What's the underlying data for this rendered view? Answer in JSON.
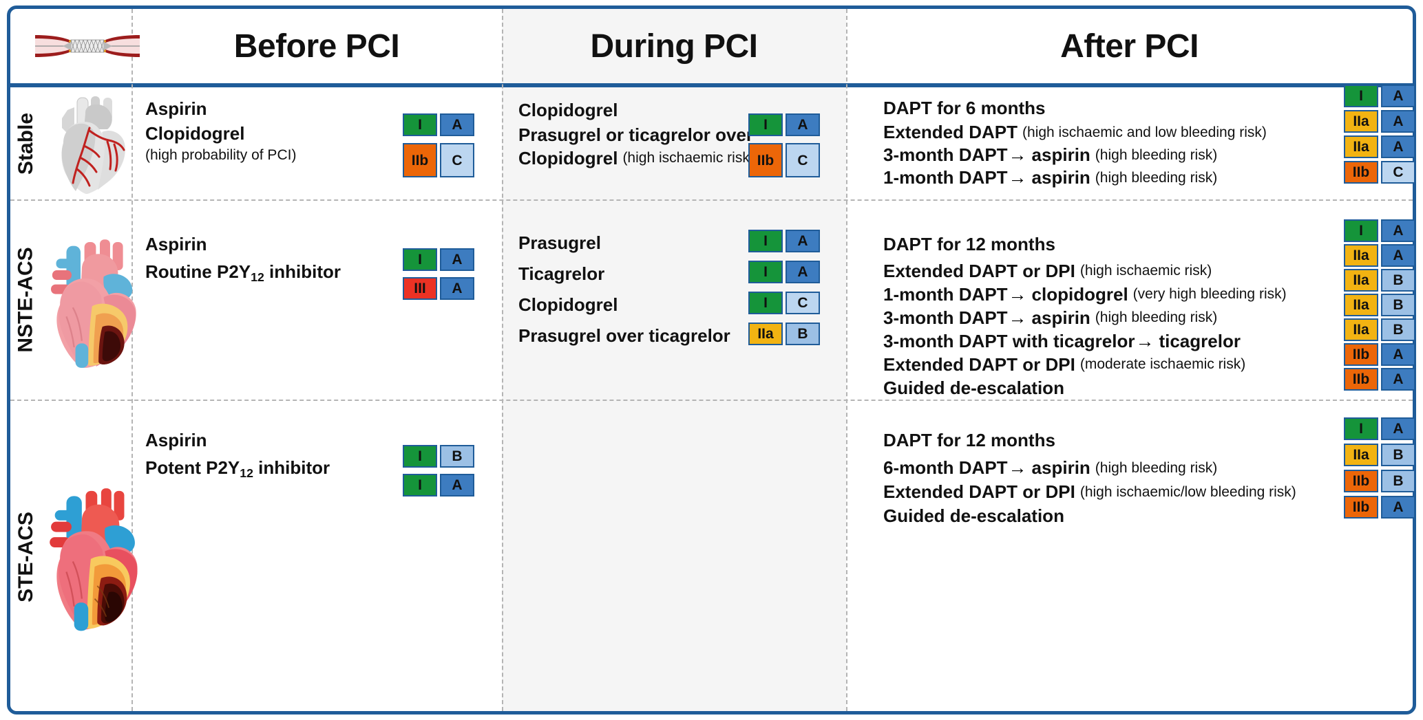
{
  "header": {
    "icon": "coronary-stent-icon",
    "columns": [
      {
        "label": "Before PCI"
      },
      {
        "label": "During PCI"
      },
      {
        "label": "After PCI"
      }
    ]
  },
  "legend_colors": {
    "class_I": "#15943a",
    "class_IIa": "#f2b312",
    "class_IIb": "#ec6608",
    "class_III": "#ec3224",
    "level_A": "#3d7cc0",
    "level_B": "#9cc0e5",
    "level_C": "#bcd6f0",
    "frame_blue": "#1f5c99",
    "shade_gray": "#f5f5f5"
  },
  "rows": [
    {
      "id": "stable",
      "label": "Stable",
      "heart_icon": "heart-gray-stable-icon",
      "before": {
        "items": [
          {
            "main": "Aspirin",
            "class": "I",
            "level": "A"
          },
          {
            "main": "Clopidogrel",
            "note": "(high probability of PCI)",
            "note_line": 2,
            "class": "IIb",
            "level": "C"
          }
        ]
      },
      "during": {
        "items": [
          {
            "main": "Clopidogrel",
            "class": "I",
            "level": "A"
          },
          {
            "main": "Prasugrel or ticagrelor over",
            "main2": "Clopidogrel",
            "note": "(high ischaemic risk)",
            "class": "IIb",
            "level": "C"
          }
        ]
      },
      "after": {
        "items": [
          {
            "main": "DAPT for 6 months",
            "class": "I",
            "level": "A"
          },
          {
            "main": "Extended DAPT",
            "note": "(high ischaemic and low bleeding risk)",
            "class": "IIa",
            "level": "A"
          },
          {
            "main": "3-month DAPT",
            "arrow": true,
            "main2": "aspirin",
            "note": "(high bleeding risk)",
            "class": "IIa",
            "level": "A"
          },
          {
            "main": "1-month DAPT",
            "arrow": true,
            "main2": "aspirin",
            "note": "(high bleeding risk)",
            "class": "IIb",
            "level": "C"
          }
        ]
      }
    },
    {
      "id": "nste-acs",
      "label": "NSTE-ACS",
      "heart_icon": "heart-nste-acs-icon",
      "before": {
        "items": [
          {
            "main": "Aspirin",
            "class": "I",
            "level": "A"
          },
          {
            "main": "Routine P2Y",
            "sub": "12",
            "main2": " inhibitor",
            "class": "III",
            "level": "A"
          }
        ]
      },
      "during": {
        "items": [
          {
            "main": "Prasugrel",
            "class": "I",
            "level": "A"
          },
          {
            "main": "Ticagrelor",
            "class": "I",
            "level": "A"
          },
          {
            "main": "Clopidogrel",
            "class": "I",
            "level": "C"
          },
          {
            "main": "Prasugrel over ticagrelor",
            "class": "IIa",
            "level": "B"
          }
        ]
      },
      "after": {
        "items": [
          {
            "main": "DAPT for 12 months",
            "class": "I",
            "level": "A"
          },
          {
            "main": "Extended DAPT or DPI",
            "note": "(high ischaemic risk)",
            "class": "IIa",
            "level": "A"
          },
          {
            "main": "1-month DAPT",
            "arrow": true,
            "main2": "clopidogrel",
            "note": "(very high bleeding risk)",
            "class": "IIa",
            "level": "B"
          },
          {
            "main": "3-month DAPT",
            "arrow": true,
            "main2": "aspirin",
            "note": "(high bleeding risk)",
            "class": "IIa",
            "level": "B"
          },
          {
            "main": "3-month DAPT with ticagrelor",
            "arrow": true,
            "main2": "ticagrelor",
            "class": "IIa",
            "level": "B"
          },
          {
            "main": "Extended DAPT or DPI",
            "note": "(moderate ischaemic risk)",
            "class": "IIb",
            "level": "A"
          },
          {
            "main": "Guided de-escalation",
            "class": "IIb",
            "level": "A"
          }
        ]
      }
    },
    {
      "id": "ste-acs",
      "label": "STE-ACS",
      "heart_icon": "heart-ste-acs-icon",
      "before": {
        "items": [
          {
            "main": "Aspirin",
            "class": "I",
            "level": "B"
          },
          {
            "main": "Potent P2Y",
            "sub": "12",
            "main2": " inhibitor",
            "class": "I",
            "level": "A"
          }
        ]
      },
      "during": {
        "items": []
      },
      "after": {
        "items": [
          {
            "main": "DAPT for 12 months",
            "class": "I",
            "level": "A"
          },
          {
            "main": "6-month DAPT",
            "arrow": true,
            "main2": "aspirin",
            "note": "(high bleeding risk)",
            "class": "IIa",
            "level": "B"
          },
          {
            "main": "Extended DAPT or DPI",
            "note": "(high ischaemic/low bleeding risk)",
            "class": "IIb",
            "level": "B"
          },
          {
            "main": "Guided de-escalation",
            "class": "IIb",
            "level": "A"
          }
        ]
      }
    }
  ]
}
